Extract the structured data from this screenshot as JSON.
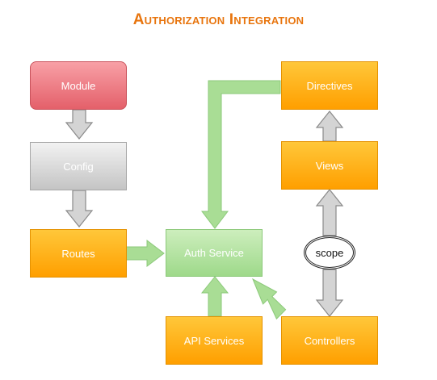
{
  "title": "Authorization Integration",
  "nodes": {
    "module": "Module",
    "config": "Config",
    "routes": "Routes",
    "auth_service": "Auth Service",
    "api_services": "API Services",
    "controllers": "Controllers",
    "views": "Views",
    "directives": "Directives",
    "scope": "scope"
  },
  "colors": {
    "title": "#e8750e",
    "module": "#e4606a",
    "config": "#c4c4c4",
    "orange_nodes": "#ffa800",
    "auth_service": "#9ed98a",
    "gray_arrow": "#cfcfcf",
    "green_arrow": "#a9dd95"
  },
  "edges": [
    {
      "from": "module",
      "to": "config"
    },
    {
      "from": "config",
      "to": "routes"
    },
    {
      "from": "routes",
      "to": "auth_service"
    },
    {
      "from": "directives",
      "to": "auth_service"
    },
    {
      "from": "api_services",
      "to": "auth_service"
    },
    {
      "from": "controllers",
      "to": "auth_service"
    },
    {
      "from": "views",
      "to": "directives"
    },
    {
      "from": "scope",
      "to": "views"
    },
    {
      "from": "scope",
      "to": "controllers"
    }
  ]
}
